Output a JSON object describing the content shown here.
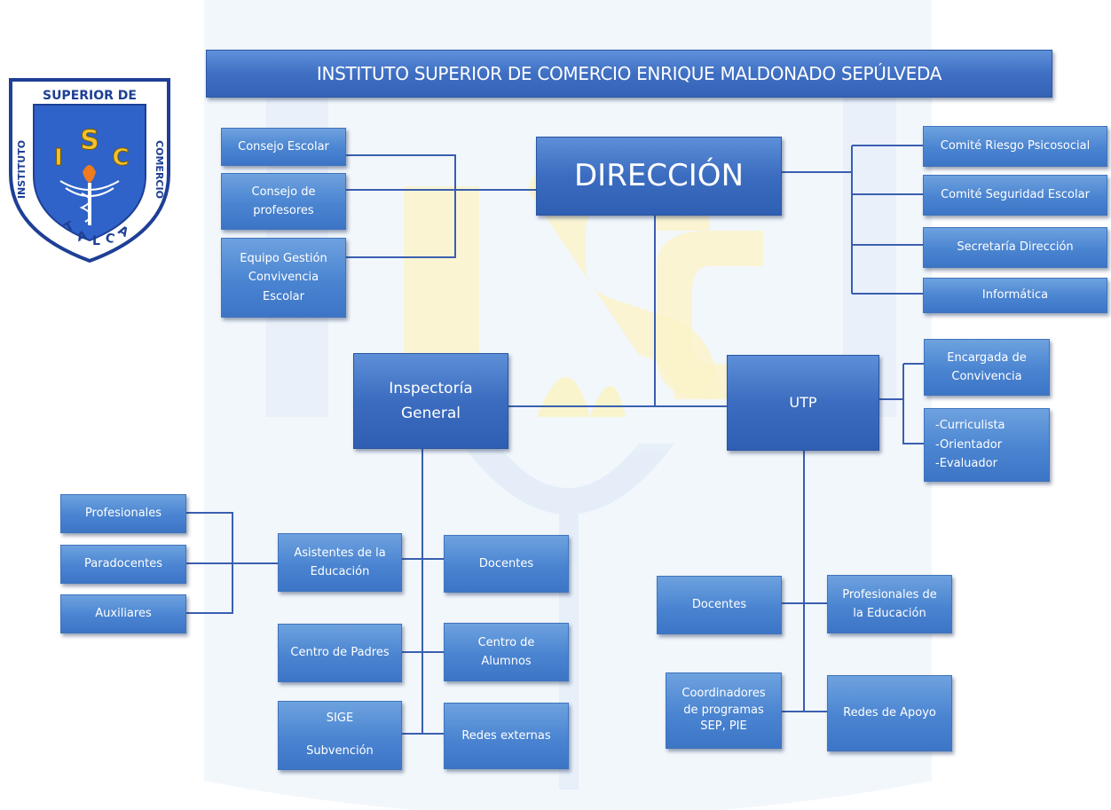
{
  "title": "INSTITUTO SUPERIOR DE COMERCIO ENRIQUE MALDONADO SEPÚLVEDA",
  "logo": {
    "top_text": "SUPERIOR DE",
    "left_text": "INSTITUTO",
    "right_text": "COMERCIO",
    "bottom_text": "TALCA",
    "letters": [
      "I",
      "S",
      "C"
    ]
  },
  "colors": {
    "box": "#4a84d1",
    "line": "#3a5fb0",
    "watermark": "#e6eef8"
  },
  "nodes": {
    "direccion": "DIRECCIÓN",
    "consejo_escolar": "Consejo Escolar",
    "consejo_profesores": "Consejo de\nprofesores",
    "equipo_gestion": "Equipo Gestión\nConvivencia\nEscolar",
    "comite_riesgo": "Comité Riesgo Psicosocial",
    "comite_seguridad": "Comité Seguridad Escolar",
    "secretaria": "Secretaría Dirección",
    "informatica": "Informática",
    "inspectoria": "Inspectoría\nGeneral",
    "utp": "UTP",
    "encargada": "Encargada de\nConvivencia",
    "curriculista": "-Curriculista\n-Orientador\n-Evaluador",
    "profesionales": "Profesionales",
    "paradocentes": "Paradocentes",
    "auxiliares": "Auxiliares",
    "asistentes": "Asistentes de la\nEducación",
    "docentes_ig": "Docentes",
    "centro_padres": "Centro de Padres",
    "centro_alumnos": "Centro de\nAlumnos",
    "sige": "SIGE\n\nSubvención",
    "redes_externas": "Redes externas",
    "docentes_utp": "Docentes",
    "profesionales_educacion": "Profesionales de\nla Educación",
    "coordinadores": "Coordinadores\nde programas\nSEP, PIE",
    "redes_apoyo": "Redes de Apoyo"
  }
}
